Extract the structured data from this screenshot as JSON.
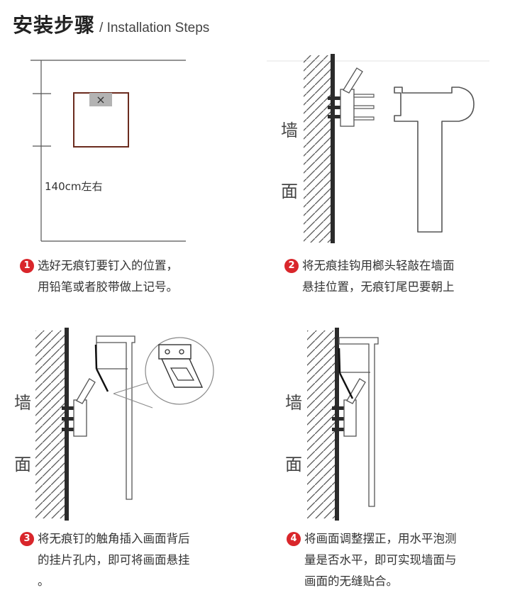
{
  "header": {
    "title_cn": "安装步骤",
    "title_en": "/ Installation Steps"
  },
  "colors": {
    "accent": "#d9262b",
    "frame": "#6b2b1e",
    "wall": "#2b2b2b",
    "line": "#555555"
  },
  "labels": {
    "height": "140cm左右",
    "wall_1": "墙",
    "wall_2": "面",
    "mark": "×"
  },
  "steps": [
    {
      "num": "1",
      "lines": [
        "选好无痕钉要钉入的位置，",
        "用铅笔或者胶带做上记号。"
      ]
    },
    {
      "num": "2",
      "lines": [
        "将无痕挂钩用榔头轻敲在墙面",
        "悬挂位置，无痕钉尾巴要朝上"
      ]
    },
    {
      "num": "3",
      "lines": [
        "将无痕钉的触角插入画面背后",
        "的挂片孔内，即可将画面悬挂",
        "。"
      ]
    },
    {
      "num": "4",
      "lines": [
        "将画面调整摆正，用水平泡测",
        "量是否水平，即可实现墙面与",
        "画面的无缝贴合。"
      ]
    }
  ]
}
